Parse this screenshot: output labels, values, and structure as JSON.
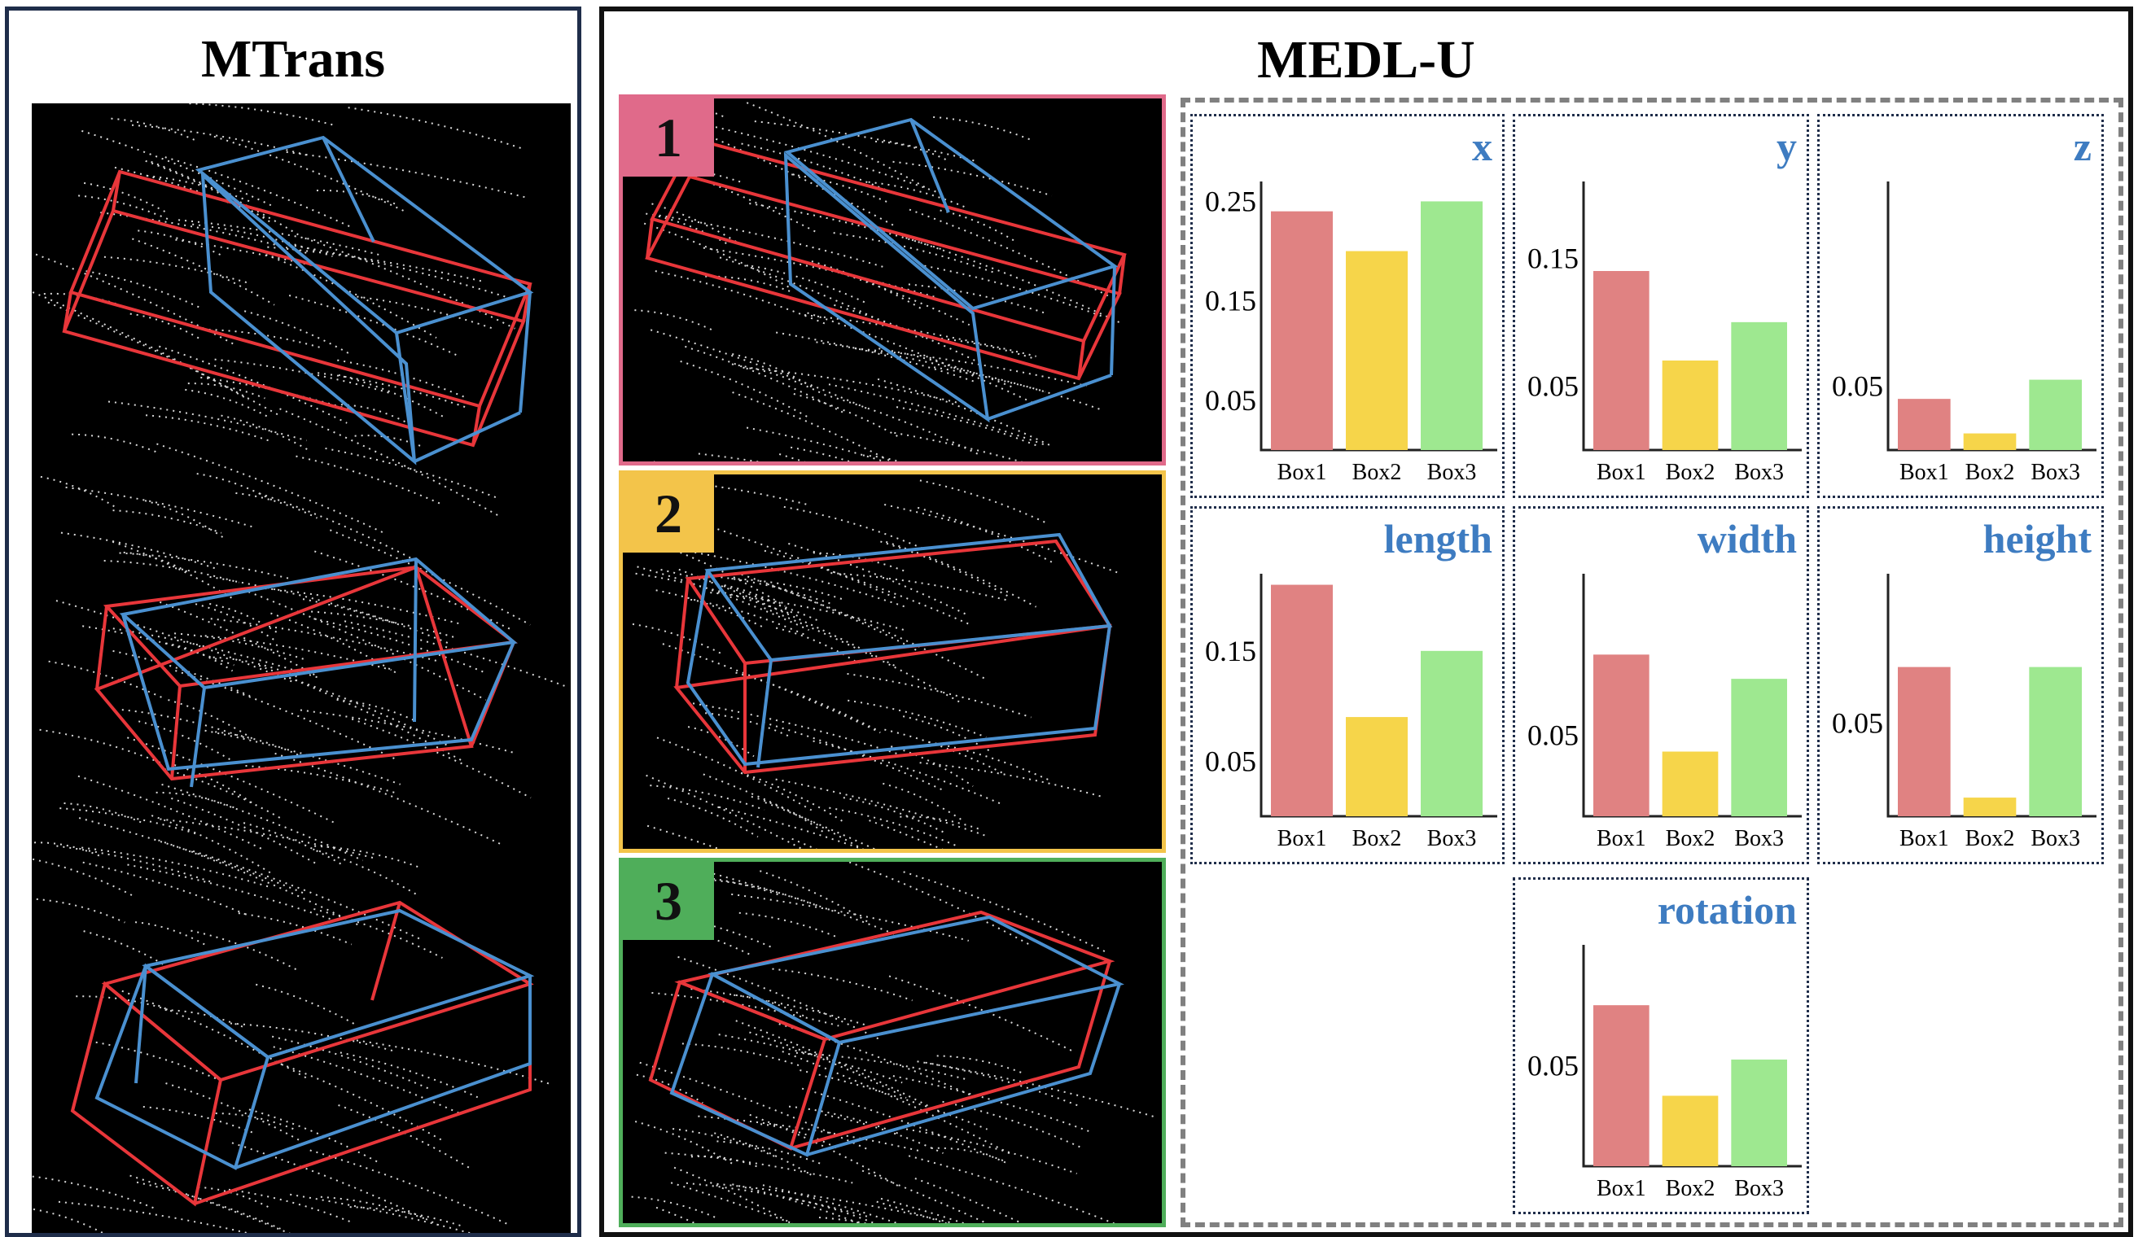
{
  "left_panel": {
    "title": "MTrans"
  },
  "right_panel": {
    "title": "MEDL-U",
    "frames": [
      {
        "label": "1",
        "color": "#e06a8a"
      },
      {
        "label": "2",
        "color": "#f3c44a"
      },
      {
        "label": "3",
        "color": "#4fae5a"
      }
    ]
  },
  "colors": {
    "box1": "#e08282",
    "box2": "#f6d54a",
    "box3": "#9ee890",
    "title": "#3e7cc1",
    "pred_box": "#e8363a",
    "gt_box": "#4a90d0"
  },
  "chart_data": [
    {
      "type": "bar",
      "title": "x",
      "categories": [
        "Box1",
        "Box2",
        "Box3"
      ],
      "values": [
        0.24,
        0.2,
        0.25
      ],
      "yticks": [
        "0.05",
        "0.15",
        "0.25"
      ],
      "ytick_values": [
        0.05,
        0.15,
        0.25
      ],
      "ylim": [
        0,
        0.27
      ]
    },
    {
      "type": "bar",
      "title": "y",
      "categories": [
        "Box1",
        "Box2",
        "Box3"
      ],
      "values": [
        0.14,
        0.07,
        0.1
      ],
      "yticks": [
        "0.05",
        "0.15"
      ],
      "ytick_values": [
        0.05,
        0.15
      ],
      "ylim": [
        0,
        0.21
      ]
    },
    {
      "type": "bar",
      "title": "z",
      "categories": [
        "Box1",
        "Box2",
        "Box3"
      ],
      "values": [
        0.04,
        0.013,
        0.055
      ],
      "yticks": [
        "0.05"
      ],
      "ytick_values": [
        0.05
      ],
      "ylim": [
        0,
        0.21
      ]
    },
    {
      "type": "bar",
      "title": "length",
      "categories": [
        "Box1",
        "Box2",
        "Box3"
      ],
      "values": [
        0.21,
        0.09,
        0.15
      ],
      "yticks": [
        "0.05",
        "0.15"
      ],
      "ytick_values": [
        0.05,
        0.15
      ],
      "ylim": [
        0,
        0.22
      ]
    },
    {
      "type": "bar",
      "title": "width",
      "categories": [
        "Box1",
        "Box2",
        "Box3"
      ],
      "values": [
        0.1,
        0.04,
        0.085
      ],
      "yticks": [
        "0.05"
      ],
      "ytick_values": [
        0.05
      ],
      "ylim": [
        0,
        0.15
      ]
    },
    {
      "type": "bar",
      "title": "height",
      "categories": [
        "Box1",
        "Box2",
        "Box3"
      ],
      "values": [
        0.08,
        0.01,
        0.08
      ],
      "yticks": [
        "0.05"
      ],
      "ytick_values": [
        0.05
      ],
      "ylim": [
        0,
        0.13
      ]
    },
    {
      "type": "bar",
      "title": "rotation",
      "categories": [
        "Box1",
        "Box2",
        "Box3"
      ],
      "values": [
        0.08,
        0.035,
        0.053
      ],
      "yticks": [
        "0.05"
      ],
      "ytick_values": [
        0.05
      ],
      "ylim": [
        0,
        0.11
      ]
    }
  ]
}
